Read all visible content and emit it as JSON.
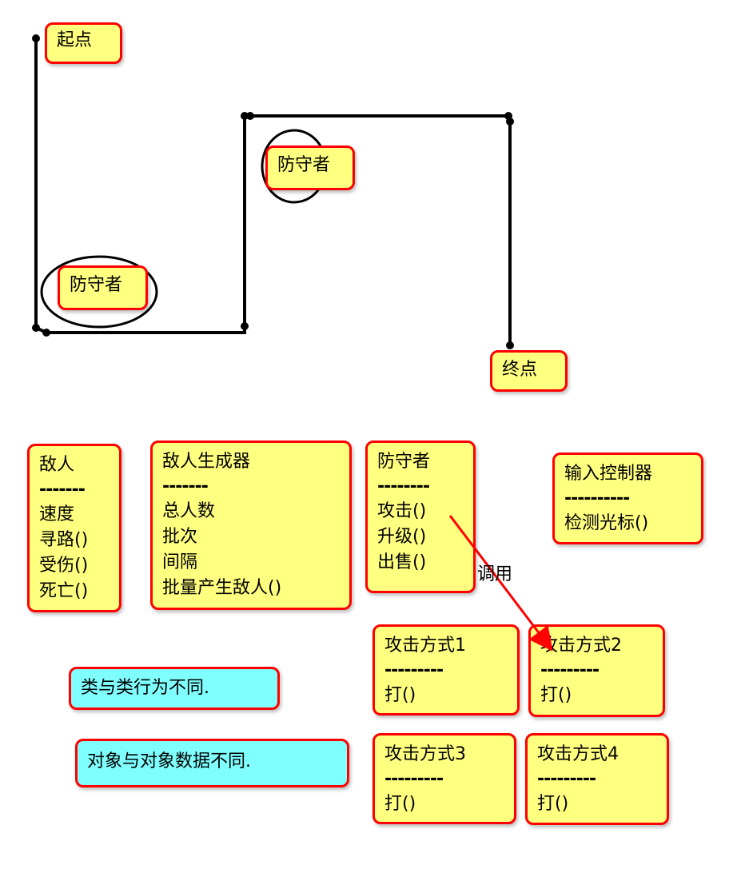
{
  "map": {
    "start": "起点",
    "end": "终点",
    "defender_top": "防守者",
    "defender_left": "防守者"
  },
  "classes": [
    {
      "title": "敌人",
      "sep": "-------",
      "members": [
        "速度",
        "寻路()",
        "受伤()",
        "死亡()"
      ]
    },
    {
      "title": "敌人生成器",
      "sep": "-------",
      "members": [
        "总人数",
        "批次",
        "间隔",
        "批量产生敌人()"
      ]
    },
    {
      "title": "防守者",
      "sep": "--------",
      "members": [
        "攻击()",
        "升级()",
        "出售()"
      ]
    },
    {
      "title": "输入控制器",
      "sep": "----------",
      "members": [
        "检测光标()"
      ]
    },
    {
      "title": "攻击方式1",
      "sep": "---------",
      "members": [
        "打()"
      ]
    },
    {
      "title": "攻击方式2",
      "sep": "---------",
      "members": [
        "打()"
      ]
    },
    {
      "title": "攻击方式3",
      "sep": "---------",
      "members": [
        "打()"
      ]
    },
    {
      "title": "攻击方式4",
      "sep": "---------",
      "members": [
        "打()"
      ]
    }
  ],
  "arrow_label": "调用",
  "notes": [
    "类与类行为不同.",
    "对象与对象数据不同."
  ],
  "colors": {
    "box_fill": "#ffff80",
    "border": "#ff0000",
    "note_fill": "#80ffff",
    "arrow": "#ff0000"
  }
}
